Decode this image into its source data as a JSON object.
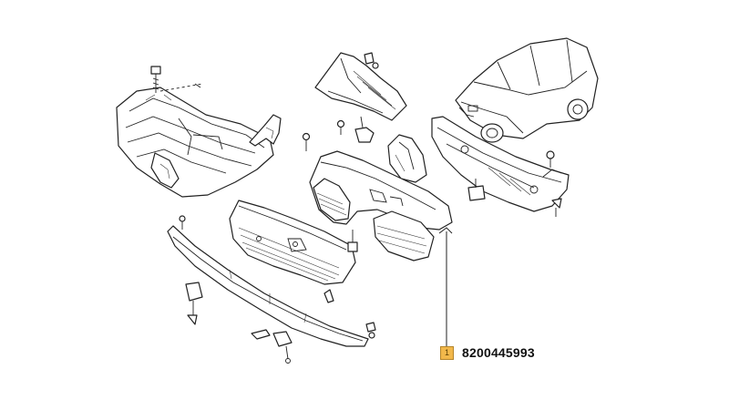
{
  "callout": {
    "badge": "1",
    "part_number": "8200445993",
    "badge_color": "#f2b84b"
  },
  "drawing": {
    "style": "black-and-white exploded parts line drawing",
    "parts_depicted": [
      "upper-grille",
      "grille-bracket",
      "cowl-panel-left",
      "air-intake-duct",
      "cowl-panel-right",
      "front-bumper-grille-assembly",
      "lower-grille",
      "lower-spoiler",
      "fasteners",
      "reference-car"
    ]
  }
}
